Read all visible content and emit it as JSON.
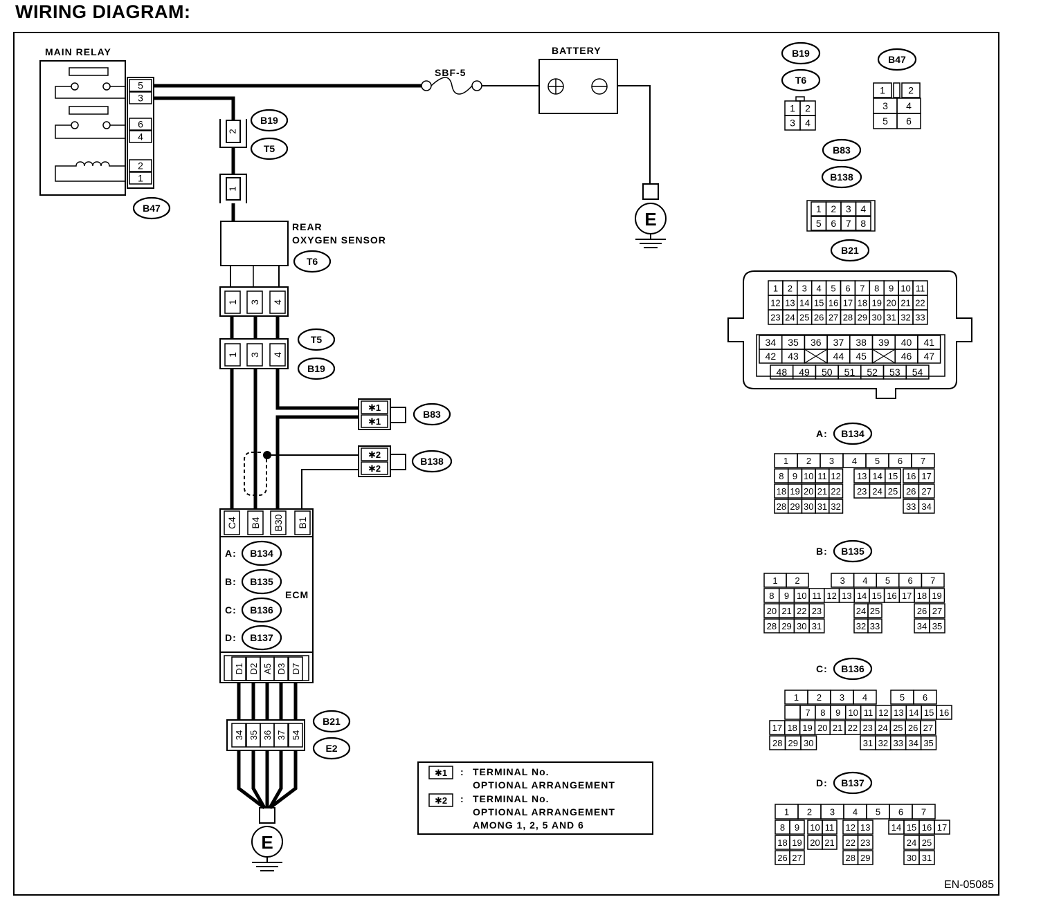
{
  "title": "WIRING DIAGRAM:",
  "doc_code": "EN-05085",
  "components": {
    "main_relay": "MAIN RELAY",
    "battery": "BATTERY",
    "fuse": "SBF-5",
    "sensor_line1": "REAR",
    "sensor_line2": "OXYGEN SENSOR",
    "ecm": "ECM",
    "ground": "E"
  },
  "relay_pins": [
    "5",
    "3",
    "6",
    "4",
    "2",
    "1"
  ],
  "sensor_pins": [
    "1",
    "3",
    "4"
  ],
  "ecm_top_pins": [
    "C4",
    "B4",
    "B30",
    "B1"
  ],
  "ecm_bottom_pins": [
    "D1",
    "D2",
    "A5",
    "D3",
    "D7"
  ],
  "ground_conn_pins": [
    "34",
    "35",
    "36",
    "37",
    "54"
  ],
  "connector_codes": {
    "b19": "B19",
    "t5": "T5",
    "t6": "T6",
    "b47": "B47",
    "b83": "B83",
    "b138": "B138",
    "b21": "B21",
    "e2": "E2",
    "b134": "B134",
    "b135": "B135",
    "b136": "B136",
    "b137": "B137"
  },
  "ecm_connectors": [
    {
      "prefix": "A:",
      "code": "B134"
    },
    {
      "prefix": "B:",
      "code": "B135"
    },
    {
      "prefix": "C:",
      "code": "B136"
    },
    {
      "prefix": "D:",
      "code": "B137"
    }
  ],
  "optional_pins": {
    "star1": "✱1",
    "star2": "✱2"
  },
  "legend": {
    "star1": "✱1",
    "star2": "✱2",
    "colon": ":",
    "line1": "TERMINAL No.",
    "line2": "OPTIONAL ARRANGEMENT",
    "line3": "TERMINAL No.",
    "line4": "OPTIONAL ARRANGEMENT",
    "line5": "AMONG 1, 2, 5 AND 6"
  },
  "connector_views": {
    "b19_t6": [
      [
        "1",
        "2"
      ],
      [
        "3",
        "4"
      ]
    ],
    "b47": [
      [
        "1",
        "",
        "2"
      ],
      [
        "3",
        "4"
      ],
      [
        "5",
        "6"
      ]
    ],
    "b83_b138": [
      [
        "1",
        "2",
        "3",
        "4"
      ],
      [
        "5",
        "6",
        "7",
        "8"
      ]
    ],
    "b21": [
      [
        "1",
        "2",
        "3",
        "4",
        "5",
        "6",
        "7",
        "8",
        "9",
        "10",
        "11"
      ],
      [
        "12",
        "13",
        "14",
        "15",
        "16",
        "17",
        "18",
        "19",
        "20",
        "21",
        "22"
      ],
      [
        "23",
        "24",
        "25",
        "26",
        "27",
        "28",
        "29",
        "30",
        "31",
        "32",
        "33"
      ],
      [
        "34",
        "35",
        "36",
        "37",
        "38",
        "39",
        "40",
        "41"
      ],
      [
        "42",
        "43",
        "",
        "44",
        "45",
        "",
        "46",
        "47"
      ],
      [
        "48",
        "49",
        "50",
        "51",
        "52",
        "53",
        "54"
      ]
    ],
    "b134": [
      [
        "1",
        "2",
        "3",
        "4",
        "5",
        "6",
        "7"
      ],
      [
        "8",
        "9",
        "10",
        "11",
        "12",
        "13",
        "14",
        "15",
        "16",
        "17"
      ],
      [
        "18",
        "19",
        "20",
        "21",
        "22",
        "23",
        "24",
        "25",
        "26",
        "27"
      ],
      [
        "28",
        "29",
        "30",
        "31",
        "32",
        "33",
        "34"
      ]
    ],
    "b135": [
      [
        "1",
        "2",
        "3",
        "4",
        "5",
        "6",
        "7"
      ],
      [
        "8",
        "9",
        "10",
        "11",
        "12",
        "13",
        "14",
        "15",
        "16",
        "17",
        "18",
        "19"
      ],
      [
        "20",
        "21",
        "22",
        "23",
        "24",
        "25",
        "26",
        "27"
      ],
      [
        "28",
        "29",
        "30",
        "31",
        "32",
        "33",
        "34",
        "35"
      ]
    ],
    "b136": [
      [
        "1",
        "2",
        "3",
        "4",
        "5",
        "6"
      ],
      [
        "7",
        "8",
        "9",
        "10",
        "11",
        "12",
        "13",
        "14",
        "15",
        "16"
      ],
      [
        "17",
        "18",
        "19",
        "20",
        "21",
        "22",
        "23",
        "24",
        "25",
        "26",
        "27"
      ],
      [
        "28",
        "29",
        "30",
        "31",
        "32",
        "33",
        "34",
        "35"
      ]
    ],
    "b137": [
      [
        "1",
        "2",
        "3",
        "4",
        "5",
        "6",
        "7"
      ],
      [
        "8",
        "9",
        "10",
        "11",
        "12",
        "13",
        "14",
        "15",
        "16",
        "17"
      ],
      [
        "18",
        "19",
        "20",
        "21",
        "22",
        "23",
        "24",
        "25"
      ],
      [
        "26",
        "27",
        "28",
        "29",
        "30",
        "31"
      ]
    ]
  }
}
